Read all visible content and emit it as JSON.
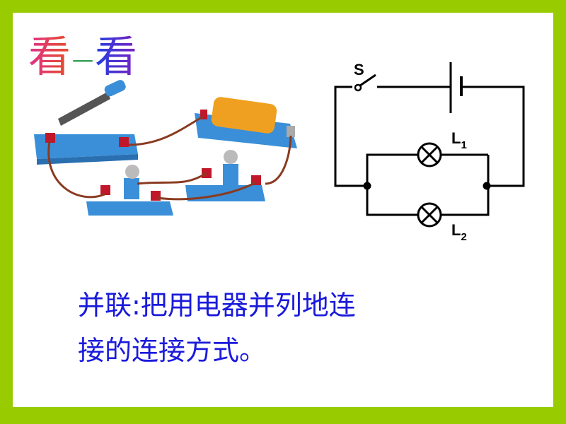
{
  "title": {
    "char1": "看",
    "char2": "一",
    "char3": "看"
  },
  "circuit": {
    "switch_label": "S",
    "lamp1_label": "L",
    "lamp1_sub": "1",
    "lamp2_label": "L",
    "lamp2_sub": "2"
  },
  "definition": {
    "line1": "并联:把用电器并列地连",
    "line2": "接的连接方式。"
  },
  "colors": {
    "frame": "#99cc00",
    "text": "#1a1adc"
  }
}
